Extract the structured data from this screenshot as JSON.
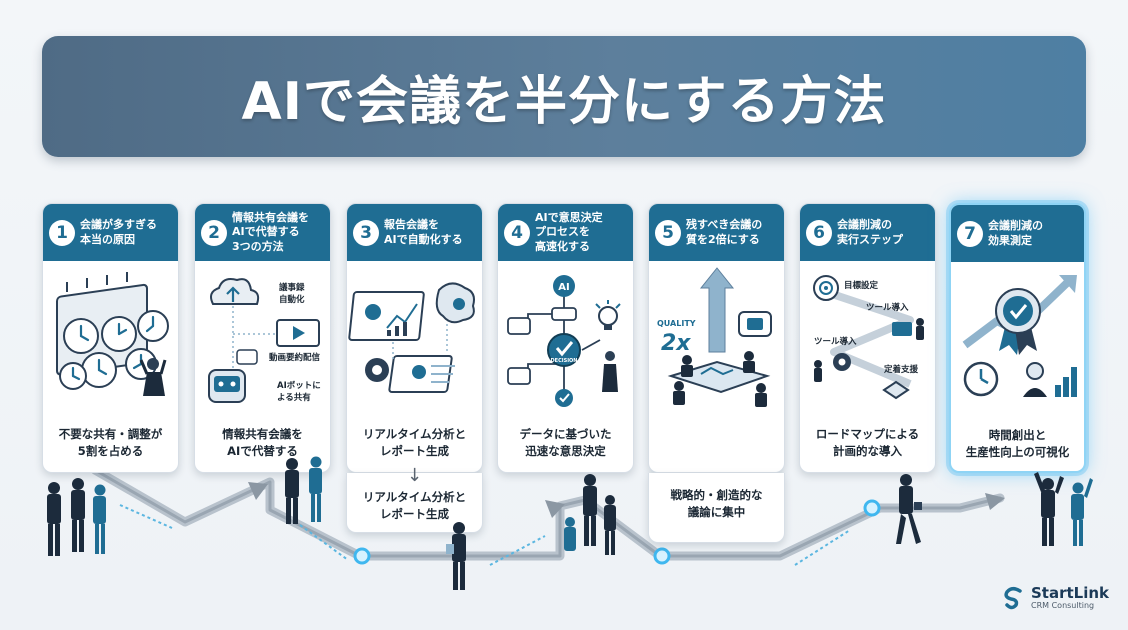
{
  "title": "AIで会議を半分にする方法",
  "colors": {
    "banner": "#587896",
    "card_header": "#1f6d93",
    "path": "#9aa6b2",
    "glow": "#5cc8f5",
    "figure_suit": "#1c2b3c"
  },
  "steps": [
    {
      "number": "1",
      "heading": [
        "会議が多すぎる",
        "本当の原因"
      ],
      "icon": "calendar-clock-overload-icon",
      "labels": [],
      "caption": [
        "不要な共有・調整が",
        "5割を占める"
      ]
    },
    {
      "number": "2",
      "heading": [
        "情報共有会議を",
        "AIで代替する",
        "3つの方法"
      ],
      "icon": "cloud-video-bot-icon",
      "labels": [
        "議事録",
        "自動化",
        "動画要約配信",
        "AIボットに",
        "よる共有"
      ],
      "caption": [
        "情報共有会議を",
        "AIで代替する"
      ]
    },
    {
      "number": "3",
      "heading": [
        "報告会議を",
        "AIで自動化する"
      ],
      "icon": "dashboard-brain-icon",
      "labels": [],
      "caption": [
        "リアルタイム分析と",
        "レポート生成"
      ],
      "sub_caption": [
        "リアルタイム分析と",
        "レポート生成"
      ]
    },
    {
      "number": "4",
      "heading": [
        "AIで意思決定",
        "プロセスを",
        "高速化する"
      ],
      "icon": "decision-flow-icon",
      "labels": [
        "AI",
        "DECISION"
      ],
      "caption": [
        "データに基づいた",
        "迅速な意思決定"
      ]
    },
    {
      "number": "5",
      "heading": [
        "残すべき会議の",
        "質を2倍にする"
      ],
      "icon": "quality-meeting-icon",
      "labels": [
        "QUALITY",
        "2x"
      ],
      "caption": [],
      "sub_caption": [
        "戦略的・創造的な",
        "議論に集中"
      ]
    },
    {
      "number": "6",
      "heading": [
        "会議削減の",
        "実行ステップ"
      ],
      "icon": "roadmap-steps-icon",
      "labels": [
        "目標設定",
        "ツール導入",
        "ツール導入",
        "定着支援"
      ],
      "caption": [
        "ロードマップによる",
        "計画的な導入"
      ]
    },
    {
      "number": "7",
      "heading": [
        "会議削減の",
        "効果測定"
      ],
      "icon": "award-growth-icon",
      "labels": [],
      "caption": [
        "時間創出と",
        "生産性向上の可視化"
      ]
    }
  ],
  "brand": {
    "name": "StartLink",
    "tagline": "CRM Consulting",
    "icon": "startlink-logo-icon"
  }
}
